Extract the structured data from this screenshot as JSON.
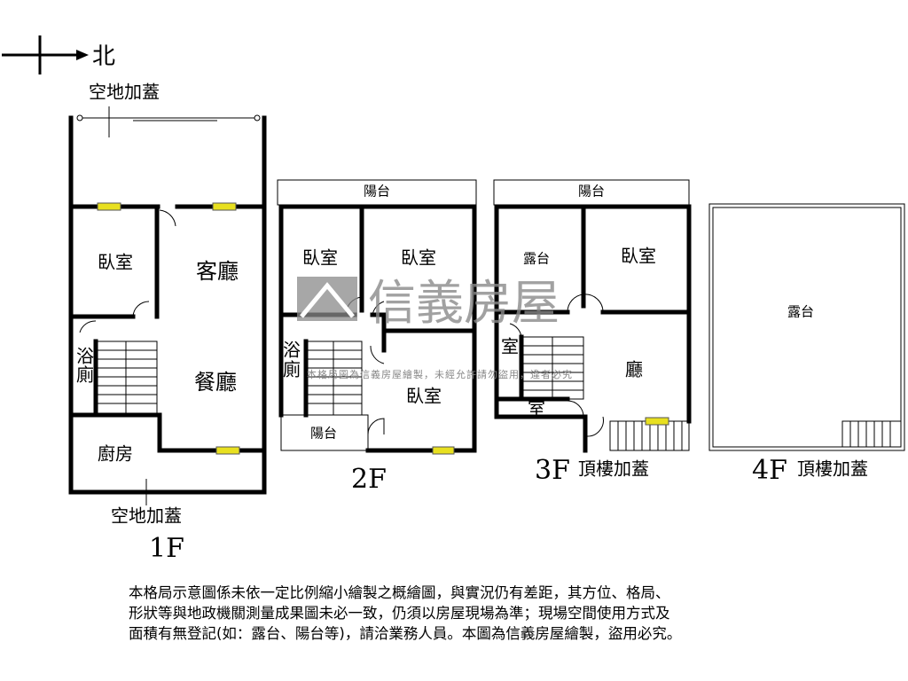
{
  "compass": {
    "north_label": "北"
  },
  "floor1": {
    "label": "1F",
    "top_yard": "空地加蓋",
    "bottom_yard": "空地加蓋",
    "rooms": {
      "bedroom": "臥室",
      "living": "客廳",
      "bath_1": "浴",
      "bath_2": "廁",
      "dining": "餐廳",
      "kitchen": "廚房"
    }
  },
  "floor2": {
    "label": "2F",
    "rooms": {
      "balcony_top": "陽台",
      "bedroom_a": "臥室",
      "bedroom_b": "臥室",
      "bath_1": "浴",
      "bath_2": "廁",
      "bedroom_c": "臥室",
      "balcony_bottom": "陽台"
    }
  },
  "floor3": {
    "label": "3F",
    "suffix": "頂樓加蓋",
    "rooms": {
      "balcony_top": "陽台",
      "terrace": "露台",
      "bedroom": "臥室",
      "room_a": "室",
      "hall": "廳",
      "room_b": "室"
    }
  },
  "floor4": {
    "label": "4F",
    "suffix": "頂樓加蓋",
    "rooms": {
      "terrace": "露台"
    }
  },
  "watermark": {
    "logo_text": "信義房屋",
    "notice": "本格局圖為信義房屋繪製，未經允許請勿盜用，違者必究"
  },
  "disclaimer": [
    "本格局示意圖係未依一定比例縮小繪製之概繪圖，與實況仍有差距，其方位、格局、",
    "形狀等與地政機關測量成果圖未必一致，仍須以房屋現場為準；現場空間使用方式及",
    "面積有無登記(如：露台、陽台等)，請洽業務人員。本圖為信義房屋繪製，盜用必究。"
  ],
  "colors": {
    "window": "#e8e020",
    "wall": "#000000",
    "watermark": "#8a8a8a"
  }
}
